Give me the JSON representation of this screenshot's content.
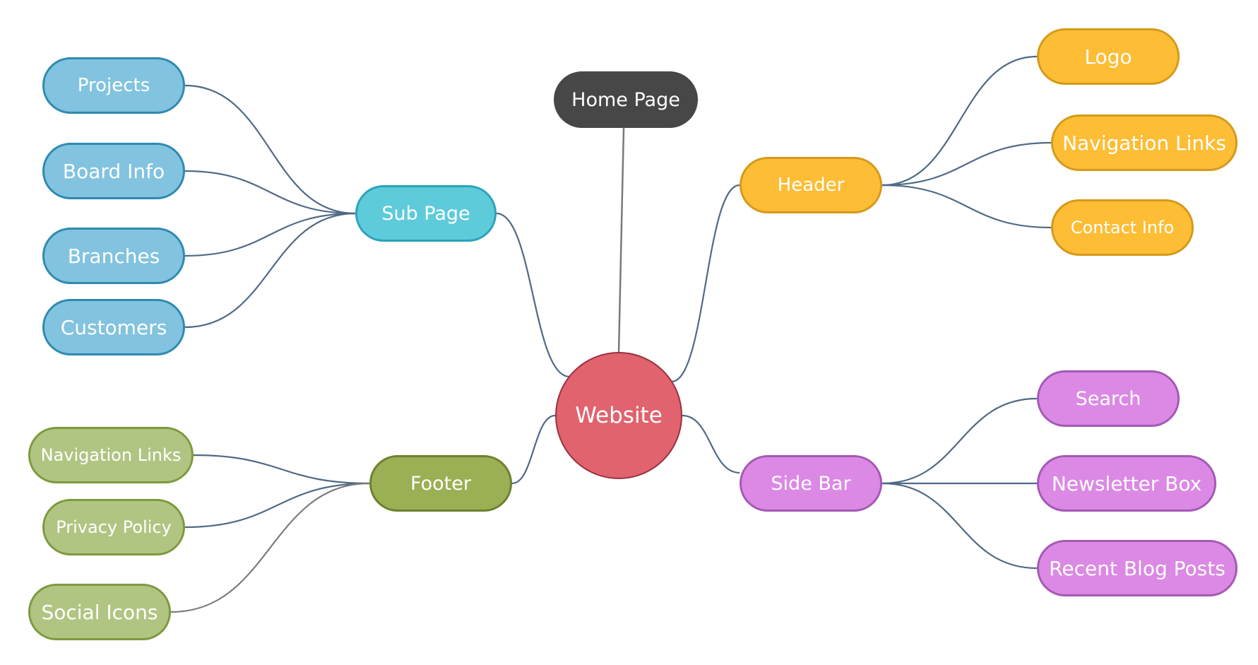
{
  "diagram": {
    "center": {
      "id": "website",
      "label": "Website",
      "fill": "#E0636E",
      "stroke": "#9A3040"
    },
    "top": {
      "id": "home",
      "label": "Home Page",
      "fill": "#474747",
      "stroke": "#474747"
    },
    "branches": [
      {
        "id": "subpage",
        "label": "Sub Page",
        "fill": "#5ECBDB",
        "stroke": "#2AA3BA",
        "children": [
          {
            "id": "projects",
            "label": "Projects",
            "fill": "#82C3DF",
            "stroke": "#2E8AB0"
          },
          {
            "id": "board-info",
            "label": "Board Info",
            "fill": "#82C3DF",
            "stroke": "#2E8AB0"
          },
          {
            "id": "branches",
            "label": "Branches",
            "fill": "#82C3DF",
            "stroke": "#2E8AB0"
          },
          {
            "id": "customers",
            "label": "Customers",
            "fill": "#82C3DF",
            "stroke": "#2E8AB0"
          }
        ]
      },
      {
        "id": "footer",
        "label": "Footer",
        "fill": "#9BAF54",
        "stroke": "#6E8030",
        "children": [
          {
            "id": "footer-nav",
            "label": "Navigation Links",
            "fill": "#B1C583",
            "stroke": "#7E9A3E"
          },
          {
            "id": "privacy",
            "label": "Privacy Policy",
            "fill": "#B1C583",
            "stroke": "#7E9A3E"
          },
          {
            "id": "social",
            "label": "Social Icons",
            "fill": "#B1C583",
            "stroke": "#7E9A3E"
          }
        ]
      },
      {
        "id": "header",
        "label": "Header",
        "fill": "#FDBD35",
        "stroke": "#D59A1B",
        "children": [
          {
            "id": "logo",
            "label": "Logo",
            "fill": "#FDBD35",
            "stroke": "#D59A1B"
          },
          {
            "id": "header-nav",
            "label": "Navigation Links",
            "fill": "#FDBD35",
            "stroke": "#D59A1B"
          },
          {
            "id": "contact",
            "label": "Contact Info",
            "fill": "#FDBD35",
            "stroke": "#D59A1B"
          }
        ]
      },
      {
        "id": "sidebar",
        "label": "Side Bar",
        "fill": "#DB89E5",
        "stroke": "#A35AB4",
        "children": [
          {
            "id": "search",
            "label": "Search",
            "fill": "#DB89E5",
            "stroke": "#A35AB4"
          },
          {
            "id": "newsletter",
            "label": "Newsletter Box",
            "fill": "#DB89E5",
            "stroke": "#A35AB4"
          },
          {
            "id": "blog",
            "label": "Recent Blog Posts",
            "fill": "#DB89E5",
            "stroke": "#A35AB4"
          }
        ]
      }
    ],
    "link_color": "#4F6A86",
    "link_color_alt": "#7A7A7A"
  }
}
